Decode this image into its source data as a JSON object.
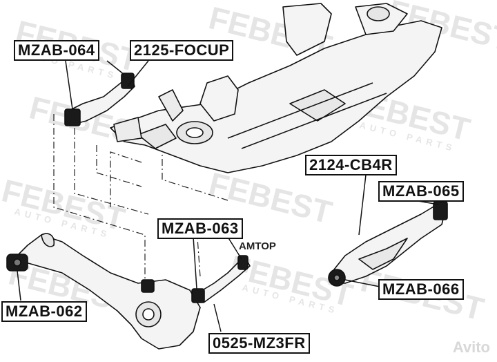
{
  "watermark": {
    "brand": "FEBEST",
    "tagline": "AUTO PARTS",
    "color": "#c8c8c8"
  },
  "labels": {
    "mzab_064": "MZAB-064",
    "focup_2125": "2125-FOCUP",
    "cb4r_2124": "2124-CB4R",
    "mzab_065": "MZAB-065",
    "mzab_063": "MZAB-063",
    "mzab_066": "MZAB-066",
    "mzab_062": "MZAB-062",
    "mz3fr_0525": "0525-MZ3FR"
  },
  "overlay": {
    "amtop": "AMTOP",
    "avito": "Avito"
  },
  "colors": {
    "line": "#111111",
    "part_fill": "#f4f4f4",
    "bushing": "#1a1a1a"
  }
}
